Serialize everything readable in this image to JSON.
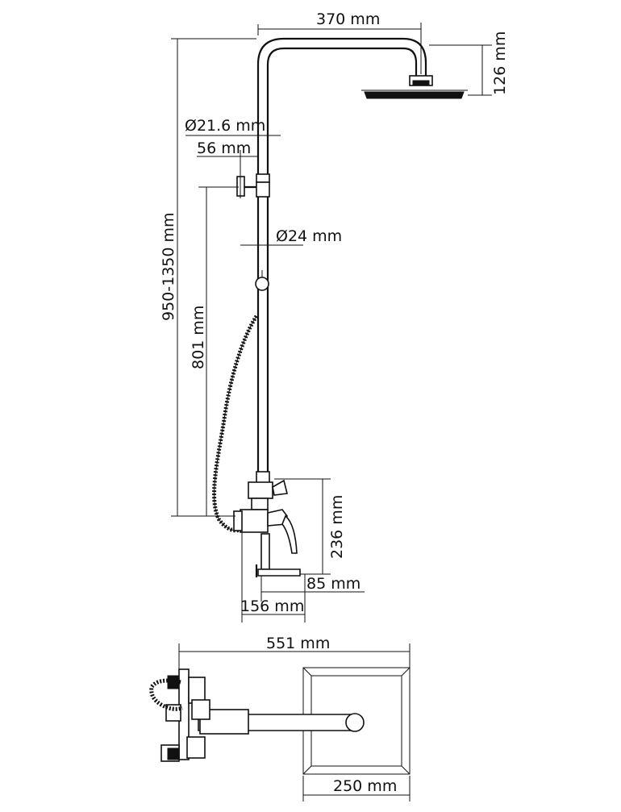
{
  "dimensions": {
    "head_arm_length": "370 mm",
    "head_height": "126 mm",
    "pipe_diameter_upper": "Ø21.6 mm",
    "holder_offset": "56 mm",
    "pipe_diameter_lower": "Ø24 mm",
    "total_height_range": "950-1350 mm",
    "holder_height": "801 mm",
    "mixer_height": "236 mm",
    "spout_length": "85 mm",
    "mixer_depth": "156 mm",
    "top_view_width": "551 mm",
    "head_size": "250 mm"
  }
}
